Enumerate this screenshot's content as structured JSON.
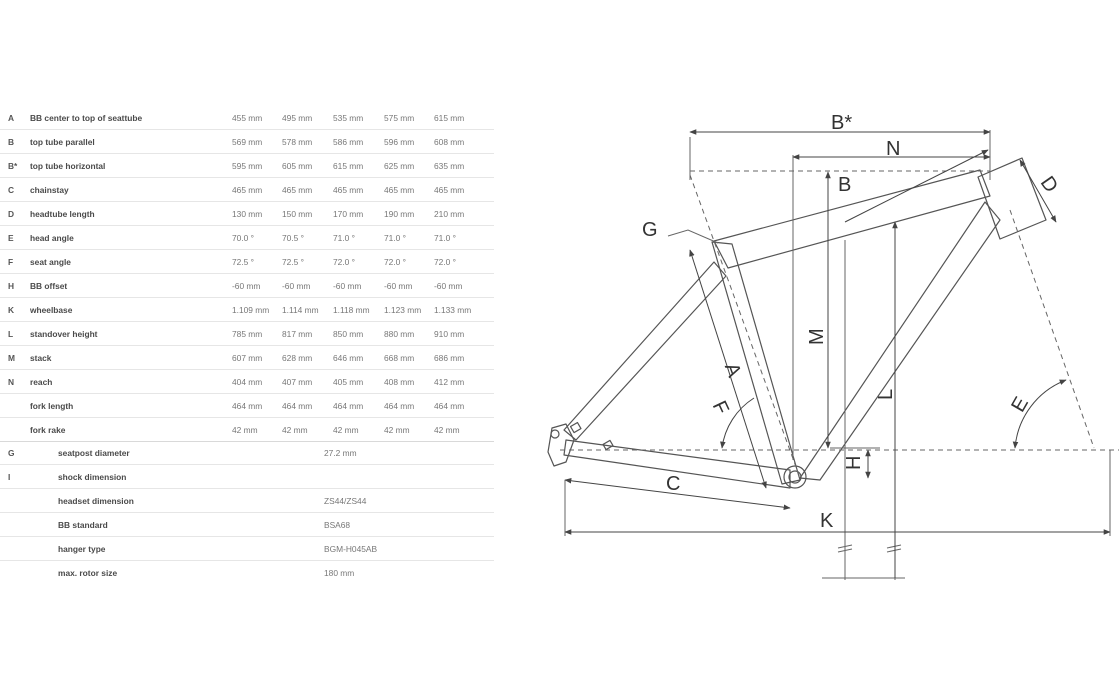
{
  "geometry": [
    {
      "key": "A",
      "label": "BB center to top of seattube",
      "values": [
        "455 mm",
        "495 mm",
        "535 mm",
        "575 mm",
        "615 mm"
      ]
    },
    {
      "key": "B",
      "label": "top tube parallel",
      "values": [
        "569 mm",
        "578 mm",
        "586 mm",
        "596 mm",
        "608 mm"
      ]
    },
    {
      "key": "B*",
      "label": "top tube horizontal",
      "values": [
        "595 mm",
        "605 mm",
        "615 mm",
        "625 mm",
        "635 mm"
      ]
    },
    {
      "key": "C",
      "label": "chainstay",
      "values": [
        "465 mm",
        "465 mm",
        "465 mm",
        "465 mm",
        "465 mm"
      ]
    },
    {
      "key": "D",
      "label": "headtube length",
      "values": [
        "130 mm",
        "150 mm",
        "170 mm",
        "190 mm",
        "210 mm"
      ]
    },
    {
      "key": "E",
      "label": "head angle",
      "values": [
        "70.0 °",
        "70.5 °",
        "71.0 °",
        "71.0 °",
        "71.0 °"
      ]
    },
    {
      "key": "F",
      "label": "seat angle",
      "values": [
        "72.5 °",
        "72.5 °",
        "72.0 °",
        "72.0 °",
        "72.0 °"
      ]
    },
    {
      "key": "H",
      "label": "BB offset",
      "values": [
        "-60 mm",
        "-60 mm",
        "-60 mm",
        "-60 mm",
        "-60 mm"
      ]
    },
    {
      "key": "K",
      "label": "wheelbase",
      "values": [
        "1.109 mm",
        "1.114 mm",
        "1.118 mm",
        "1.123 mm",
        "1.133 mm"
      ]
    },
    {
      "key": "L",
      "label": "standover height",
      "values": [
        "785 mm",
        "817 mm",
        "850 mm",
        "880 mm",
        "910 mm"
      ]
    },
    {
      "key": "M",
      "label": "stack",
      "values": [
        "607 mm",
        "628 mm",
        "646 mm",
        "668 mm",
        "686 mm"
      ]
    },
    {
      "key": "N",
      "label": "reach",
      "values": [
        "404 mm",
        "407 mm",
        "405 mm",
        "408 mm",
        "412 mm"
      ]
    },
    {
      "key": "",
      "label": "fork length",
      "values": [
        "464 mm",
        "464 mm",
        "464 mm",
        "464 mm",
        "464 mm"
      ]
    },
    {
      "key": "",
      "label": "fork rake",
      "values": [
        "42 mm",
        "42 mm",
        "42 mm",
        "42 mm",
        "42 mm"
      ]
    }
  ],
  "specs": [
    {
      "key": "G",
      "label": "seatpost diameter",
      "value": "27.2 mm"
    },
    {
      "key": "I",
      "label": "shock dimension",
      "value": ""
    },
    {
      "key": "",
      "label": "headset dimension",
      "value": "ZS44/ZS44"
    },
    {
      "key": "",
      "label": "BB standard",
      "value": "BSA68"
    },
    {
      "key": "",
      "label": "hanger type",
      "value": "BGM-H045AB"
    },
    {
      "key": "",
      "label": "max. rotor size",
      "value": "180 mm"
    }
  ],
  "diagram": {
    "labels": {
      "B_star": "B*",
      "N": "N",
      "B": "B",
      "D": "D",
      "G": "G",
      "M": "M",
      "A": "A",
      "F": "F",
      "L": "L",
      "E": "E",
      "H": "H",
      "C": "C",
      "K": "K"
    },
    "line_color": "#555555"
  }
}
